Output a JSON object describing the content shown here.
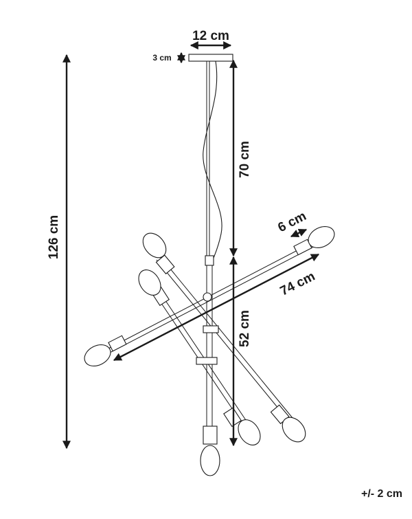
{
  "dimensions": {
    "canopy_width": "12 cm",
    "canopy_height": "3 cm",
    "rod_length": "70 cm",
    "total_height": "126 cm",
    "bulb_holder": "6 cm",
    "arm_span": "74 cm",
    "body_height": "52 cm"
  },
  "tolerance": "+/- 2 cm"
}
